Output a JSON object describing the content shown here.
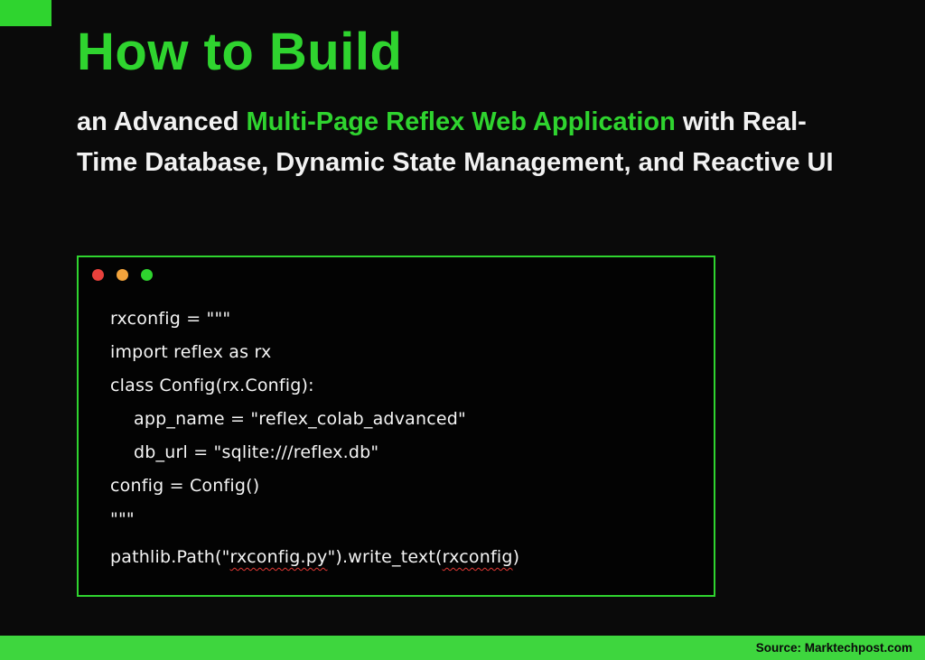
{
  "colors": {
    "background": "#0a0a0a",
    "accent_green": "#2fd42f",
    "footer_green": "#3ed63e",
    "text_white": "#f2f2f2",
    "dot_red": "#e8413c",
    "dot_yellow": "#f2a33c",
    "dot_green": "#2fd42f",
    "squiggle_red": "#e53935",
    "footer_text": "#0a0a0a"
  },
  "header": {
    "title": "How to Build",
    "subtitle": {
      "pre": "an Advanced ",
      "highlight": "Multi-Page Reflex Web Application",
      "post": " with Real-Time Database, Dynamic State Management, and Reactive UI"
    }
  },
  "code_window": {
    "window_controls": [
      "close",
      "minimize",
      "maximize"
    ],
    "code_lines": [
      {
        "indent": 0,
        "gap_before": false,
        "segments": [
          {
            "text": "rxconfig = \"\"\"",
            "squiggle": false
          }
        ]
      },
      {
        "indent": 0,
        "gap_before": false,
        "segments": [
          {
            "text": "import reflex as rx",
            "squiggle": false
          }
        ]
      },
      {
        "indent": 0,
        "gap_before": false,
        "segments": [
          {
            "text": "class Config(rx.Config):",
            "squiggle": false
          }
        ]
      },
      {
        "indent": 1,
        "gap_before": false,
        "segments": [
          {
            "text": "app_name = \"reflex_colab_advanced\"",
            "squiggle": false
          }
        ]
      },
      {
        "indent": 1,
        "gap_before": false,
        "segments": [
          {
            "text": "db_url = \"sqlite:///reflex.db\"",
            "squiggle": false
          }
        ]
      },
      {
        "indent": 0,
        "gap_before": false,
        "segments": [
          {
            "text": "config = Config()",
            "squiggle": false
          }
        ]
      },
      {
        "indent": 0,
        "gap_before": false,
        "segments": [
          {
            "text": "\"\"\"",
            "squiggle": false
          }
        ]
      },
      {
        "indent": 0,
        "gap_before": true,
        "segments": [
          {
            "text": "pathlib.Path(\"",
            "squiggle": false
          },
          {
            "text": "rxconfig.py",
            "squiggle": true
          },
          {
            "text": "\").write_text(",
            "squiggle": false
          },
          {
            "text": "rxconfig",
            "squiggle": true
          },
          {
            "text": ")",
            "squiggle": false
          }
        ]
      }
    ]
  },
  "footer": {
    "source_label": "Source: Marktechpost.com"
  }
}
